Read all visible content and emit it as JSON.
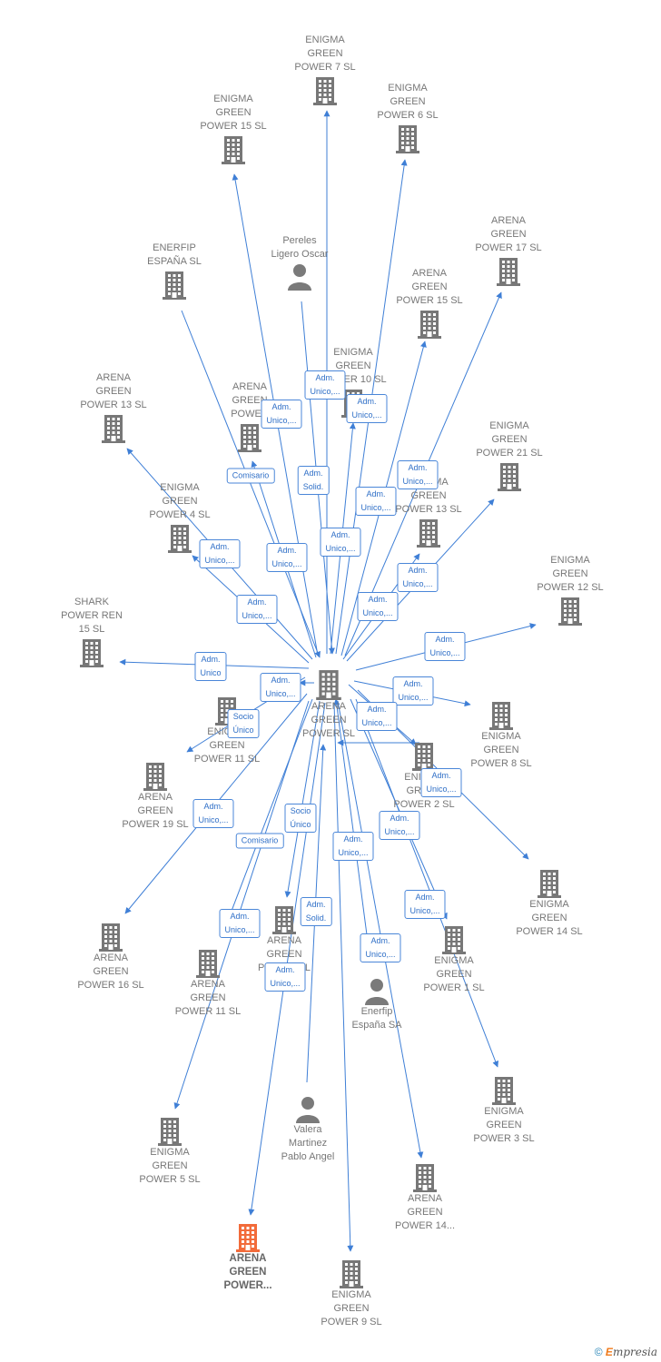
{
  "colors": {
    "edge": "#3f7fd6",
    "icon": "#777777",
    "highlight": "#f26b3a",
    "person": "#7a7a7a"
  },
  "nodes": [
    {
      "id": "center",
      "label": "ARENA\nGREEN\nPOWER  SL",
      "icon": "building-icon"
    },
    {
      "id": "ep7",
      "label": "ENIGMA\nGREEN\nPOWER 7  SL",
      "icon": "building-icon"
    },
    {
      "id": "ep15",
      "label": "ENIGMA\nGREEN\nPOWER 15  SL",
      "icon": "building-icon"
    },
    {
      "id": "ep6",
      "label": "ENIGMA\nGREEN\nPOWER 6  SL",
      "icon": "building-icon"
    },
    {
      "id": "ag17",
      "label": "ARENA\nGREEN\nPOWER 17  SL",
      "icon": "building-icon"
    },
    {
      "id": "pereles",
      "label": "Pereles\nLigero Oscar",
      "icon": "person-icon"
    },
    {
      "id": "enerfipsl",
      "label": "ENERFIP\nESPAÑA  SL",
      "icon": "building-icon"
    },
    {
      "id": "ag15",
      "label": "ARENA\nGREEN\nPOWER 15  SL",
      "icon": "building-icon"
    },
    {
      "id": "ep10",
      "label": "ENIGMA\nGREEN\nPOWER 10  SL",
      "icon": "building-icon"
    },
    {
      "id": "ag13",
      "label": "ARENA\nGREEN\nPOWER 13  SL",
      "icon": "building-icon"
    },
    {
      "id": "agx",
      "label": "ARENA\nGREEN\nPOWER",
      "icon": "building-icon"
    },
    {
      "id": "ep21",
      "label": "ENIGMA\nGREEN\nPOWER 21  SL",
      "icon": "building-icon"
    },
    {
      "id": "ep4",
      "label": "ENIGMA\nGREEN\nPOWER 4  SL",
      "icon": "building-icon"
    },
    {
      "id": "ep13",
      "label": "ENIGMA\nGREEN\nPOWER 13  SL",
      "icon": "building-icon"
    },
    {
      "id": "ep12",
      "label": "ENIGMA\nGREEN\nPOWER 12  SL",
      "icon": "building-icon"
    },
    {
      "id": "shark",
      "label": "SHARK\nPOWER REN\n15  SL",
      "icon": "building-icon"
    },
    {
      "id": "ep11",
      "label": "ENIGMA\nGREEN\nPOWER 11  SL",
      "icon": "building-icon"
    },
    {
      "id": "ep8",
      "label": "ENIGMA\nGREEN\nPOWER 8  SL",
      "icon": "building-icon"
    },
    {
      "id": "ag19",
      "label": "ARENA\nGREEN\nPOWER 19  SL",
      "icon": "building-icon"
    },
    {
      "id": "ep2",
      "label": "ENIGMA\nGREEN\nPOWER 2  SL",
      "icon": "building-icon"
    },
    {
      "id": "ep14",
      "label": "ENIGMA\nGREEN\nPOWER 14  SL",
      "icon": "building-icon"
    },
    {
      "id": "ag16",
      "label": "ARENA\nGREEN\nPOWER 16  SL",
      "icon": "building-icon"
    },
    {
      "id": "ag11",
      "label": "ARENA\nGREEN\nPOWER 11  SL",
      "icon": "building-icon"
    },
    {
      "id": "agm",
      "label": "ARENA\nGREEN\nPOWER  SL",
      "icon": "building-icon"
    },
    {
      "id": "ep1",
      "label": "ENIGMA\nGREEN\nPOWER 1  SL",
      "icon": "building-icon"
    },
    {
      "id": "enerfipsa",
      "label": "Enerfip\nEspaña SA",
      "icon": "person-icon"
    },
    {
      "id": "ep3",
      "label": "ENIGMA\nGREEN\nPOWER 3  SL",
      "icon": "building-icon"
    },
    {
      "id": "ep5",
      "label": "ENIGMA\nGREEN\nPOWER 5  SL",
      "icon": "building-icon"
    },
    {
      "id": "valera",
      "label": "Valera\nMartinez\nPablo Angel",
      "icon": "person-icon"
    },
    {
      "id": "ag14",
      "label": "ARENA\nGREEN\nPOWER 14...",
      "icon": "building-icon"
    },
    {
      "id": "agmain",
      "label": "ARENA\nGREEN\nPOWER...",
      "icon": "building-icon",
      "highlight": true
    },
    {
      "id": "ep9",
      "label": "ENIGMA\nGREEN\nPOWER 9  SL",
      "icon": "building-icon"
    }
  ],
  "relations": [
    "Adm.\nUnico,...",
    "Adm.\nUnico,...",
    "Adm.\nUnico,...",
    "Comisario",
    "Adm.\nSolid.",
    "Adm.\nUnico,...",
    "Adm.\nUnico,...",
    "Adm.\nUnico,...",
    "Adm.\nUnico,...",
    "Adm.\nUnico,...",
    "Adm.\nUnico,...",
    "Adm.\nUnico,...",
    "Adm.\nUnico,...",
    "Adm.\nUnico",
    "Adm.\nUnico,...",
    "Socio\nÚnico",
    "Adm.\nUnico,...",
    "Adm.\nUnico,...",
    "Adm.\nUnico,...",
    "Adm.\nUnico,...",
    "Socio\nÚnico",
    "Adm.\nUnico,...",
    "Comisario",
    "Adm.\nUnico,...",
    "Adm.\nUnico,...",
    "Adm.\nSolid.",
    "Adm.\nUnico,...",
    "Adm.\nUnico,...",
    "Adm.\nUnico,...",
    "Adm.\nUnico,..."
  ],
  "footer": {
    "copyright": "©",
    "brand_initial": "E",
    "brand_rest": "mpresia"
  }
}
